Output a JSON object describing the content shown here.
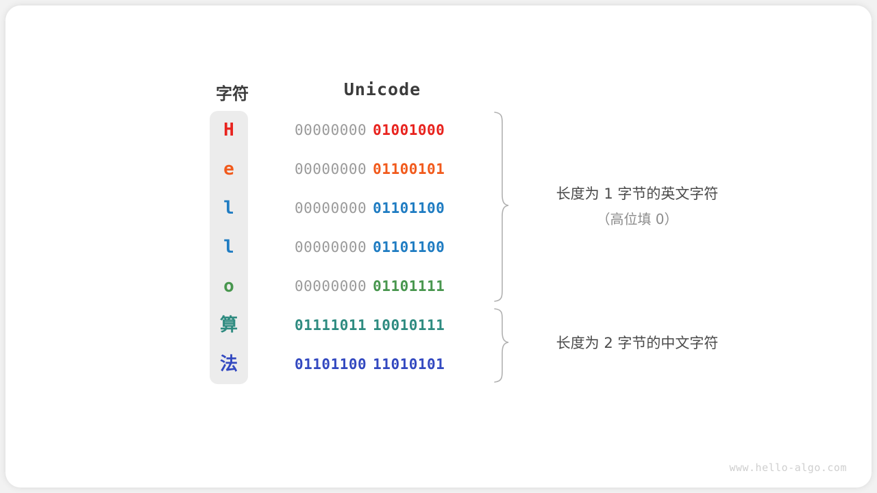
{
  "watermark": "www.hello-algo.com",
  "headers": {
    "char": "字符",
    "unicode": "Unicode"
  },
  "colors": {
    "red": "#e8231e",
    "orange": "#f15a1c",
    "blue": "#1f7cc2",
    "green": "#48964e",
    "teal": "#2e8b80",
    "indigo": "#3349c0",
    "gray": "#9a9a9a",
    "panel": "#ececec",
    "text": "#3b3b3b",
    "annotation": "#4a4a4a",
    "annotation_sub": "#8c8c8c",
    "watermark": "#cfcfcf"
  },
  "rows": [
    {
      "char": "H",
      "script": "latin",
      "high": "00000000",
      "low": "01001000",
      "color": "#e8231e",
      "high_bold": false
    },
    {
      "char": "e",
      "script": "latin",
      "high": "00000000",
      "low": "01100101",
      "color": "#f15a1c",
      "high_bold": false
    },
    {
      "char": "l",
      "script": "latin",
      "high": "00000000",
      "low": "01101100",
      "color": "#1f7cc2",
      "high_bold": false
    },
    {
      "char": "l",
      "script": "latin",
      "high": "00000000",
      "low": "01101100",
      "color": "#1f7cc2",
      "high_bold": false
    },
    {
      "char": "o",
      "script": "latin",
      "high": "00000000",
      "low": "01101111",
      "color": "#48964e",
      "high_bold": false
    },
    {
      "char": "算",
      "script": "cjk",
      "high": "01111011",
      "low": "10010111",
      "color": "#2e8b80",
      "high_bold": true
    },
    {
      "char": "法",
      "script": "cjk",
      "high": "01101100",
      "low": "11010101",
      "color": "#3349c0",
      "high_bold": true
    }
  ],
  "annotations": {
    "group1_line1": "长度为 1 字节的英文字符",
    "group1_line2": "（高位填 0）",
    "group2_line1": "长度为 2 字节的中文字符"
  }
}
